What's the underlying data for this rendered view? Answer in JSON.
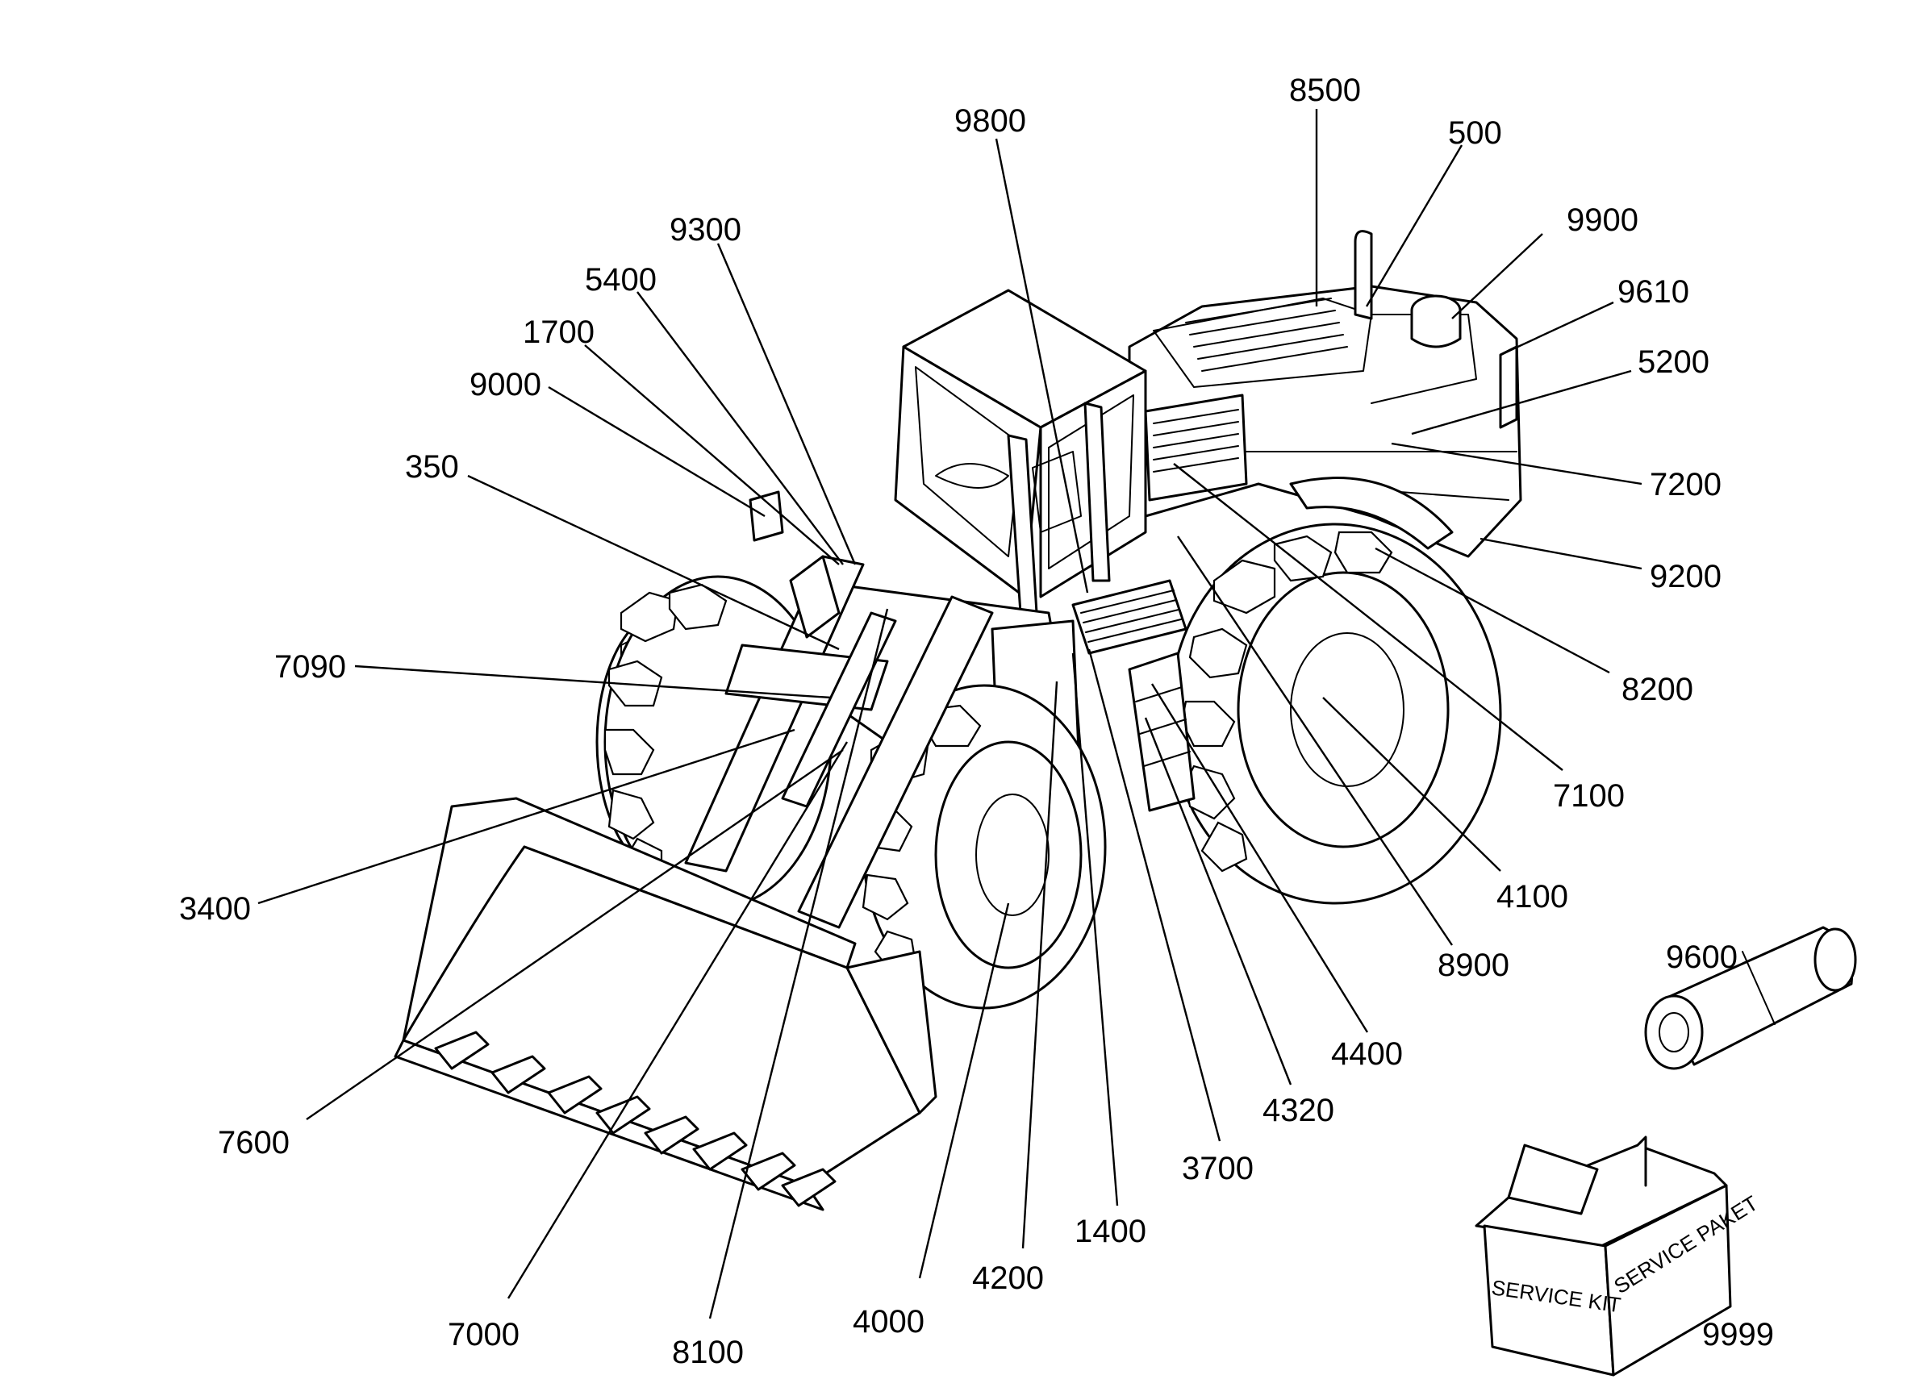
{
  "callouts": [
    {
      "id": "8500",
      "label": "8500"
    },
    {
      "id": "500",
      "label": "500"
    },
    {
      "id": "9800",
      "label": "9800"
    },
    {
      "id": "9900",
      "label": "9900"
    },
    {
      "id": "9610",
      "label": "9610"
    },
    {
      "id": "5200",
      "label": "5200"
    },
    {
      "id": "9300",
      "label": "9300"
    },
    {
      "id": "5400",
      "label": "5400"
    },
    {
      "id": "1700",
      "label": "1700"
    },
    {
      "id": "9000",
      "label": "9000"
    },
    {
      "id": "350",
      "label": "350"
    },
    {
      "id": "7200",
      "label": "7200"
    },
    {
      "id": "9200",
      "label": "9200"
    },
    {
      "id": "7090",
      "label": "7090"
    },
    {
      "id": "8200",
      "label": "8200"
    },
    {
      "id": "7100",
      "label": "7100"
    },
    {
      "id": "4100",
      "label": "4100"
    },
    {
      "id": "3400",
      "label": "3400"
    },
    {
      "id": "8900",
      "label": "8900"
    },
    {
      "id": "9600",
      "label": "9600"
    },
    {
      "id": "4400",
      "label": "4400"
    },
    {
      "id": "7600",
      "label": "7600"
    },
    {
      "id": "4320",
      "label": "4320"
    },
    {
      "id": "3700",
      "label": "3700"
    },
    {
      "id": "1400",
      "label": "1400"
    },
    {
      "id": "4200",
      "label": "4200"
    },
    {
      "id": "4000",
      "label": "4000"
    },
    {
      "id": "7000",
      "label": "7000"
    },
    {
      "id": "8100",
      "label": "8100"
    },
    {
      "id": "9999",
      "label": "9999"
    }
  ],
  "service_box": {
    "front_text": "SERVICE KIT",
    "side_text": "SERVICE PAKET"
  }
}
